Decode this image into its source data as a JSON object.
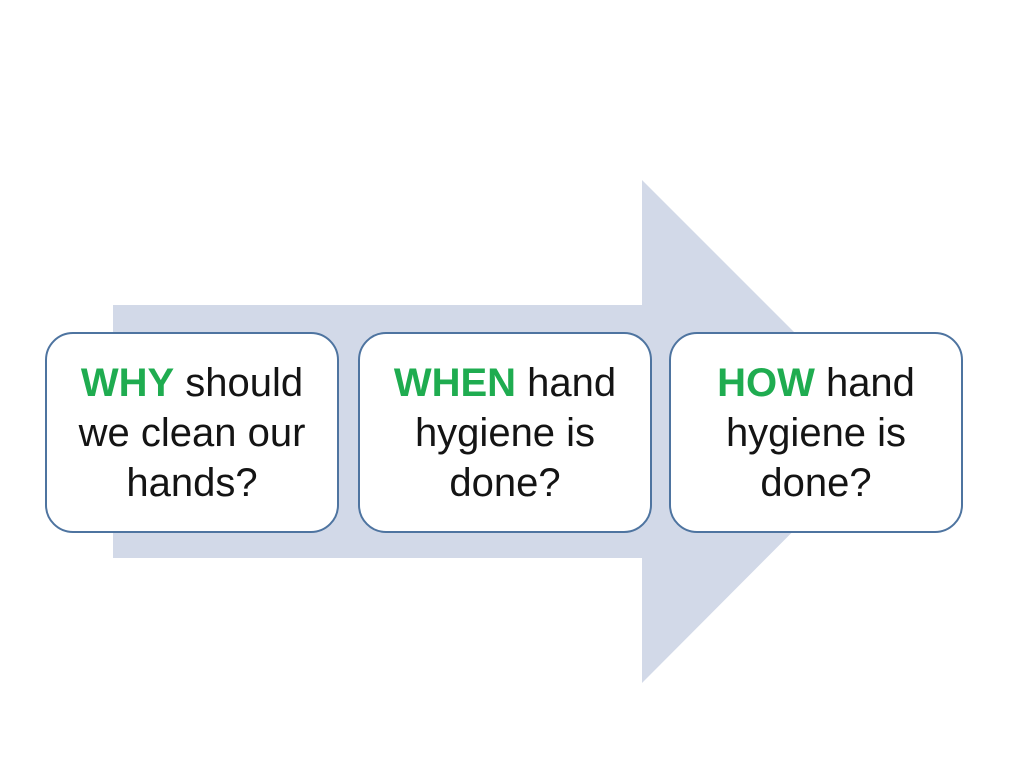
{
  "slide": {
    "type": "process-diagram",
    "topic": "hand hygiene questions"
  },
  "colors": {
    "slide_background": "#FFFFFF",
    "arrow_fill": "#D2D9E8",
    "box_border": "#4E74A0",
    "box_background": "#FFFFFF",
    "keyword_green": "#1FAC50",
    "body_text": "#141414"
  },
  "arrow": {
    "name": "right-arrow",
    "direction": "right"
  },
  "boxes": [
    {
      "keyword": "WHY",
      "line1_rest": " should",
      "line2": "we clean our",
      "line3": "hands?",
      "full_text": "WHY should we clean our hands?"
    },
    {
      "keyword": "WHEN",
      "line1_rest": " hand",
      "line2": "hygiene is",
      "line3": "done?",
      "full_text": "WHEN hand hygiene is done?"
    },
    {
      "keyword": "HOW",
      "line1_rest": " hand",
      "line2": "hygiene is",
      "line3": "done?",
      "full_text": "HOW hand hygiene is done?"
    }
  ]
}
